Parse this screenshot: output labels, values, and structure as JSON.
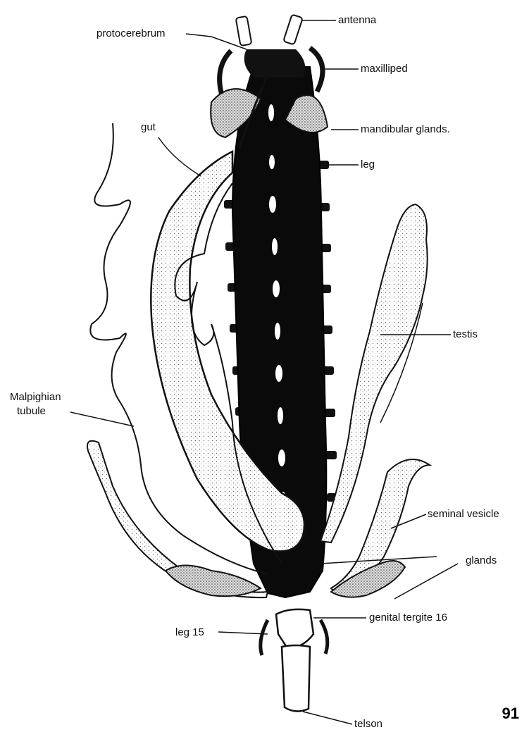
{
  "figure": {
    "labels": {
      "antenna": "antenna",
      "protocerebrum": "protocerebrum",
      "maxilliped": "maxilliped",
      "mandibular_glands": "mandibular glands.",
      "gut": "gut",
      "leg": "leg",
      "testis": "testis",
      "malpighian_line1": "Malpighian",
      "malpighian_line2": "tubule",
      "seminal_vesicle": "seminal vesicle",
      "glands": "glands",
      "genital_tergite": "genital tergite 16",
      "leg15": "leg 15",
      "telson": "telson"
    },
    "page_number": "91",
    "colors": {
      "ink": "#111111",
      "body": "#0a0a0a",
      "paper": "#ffffff",
      "stipple": "#6a6a6a"
    }
  }
}
